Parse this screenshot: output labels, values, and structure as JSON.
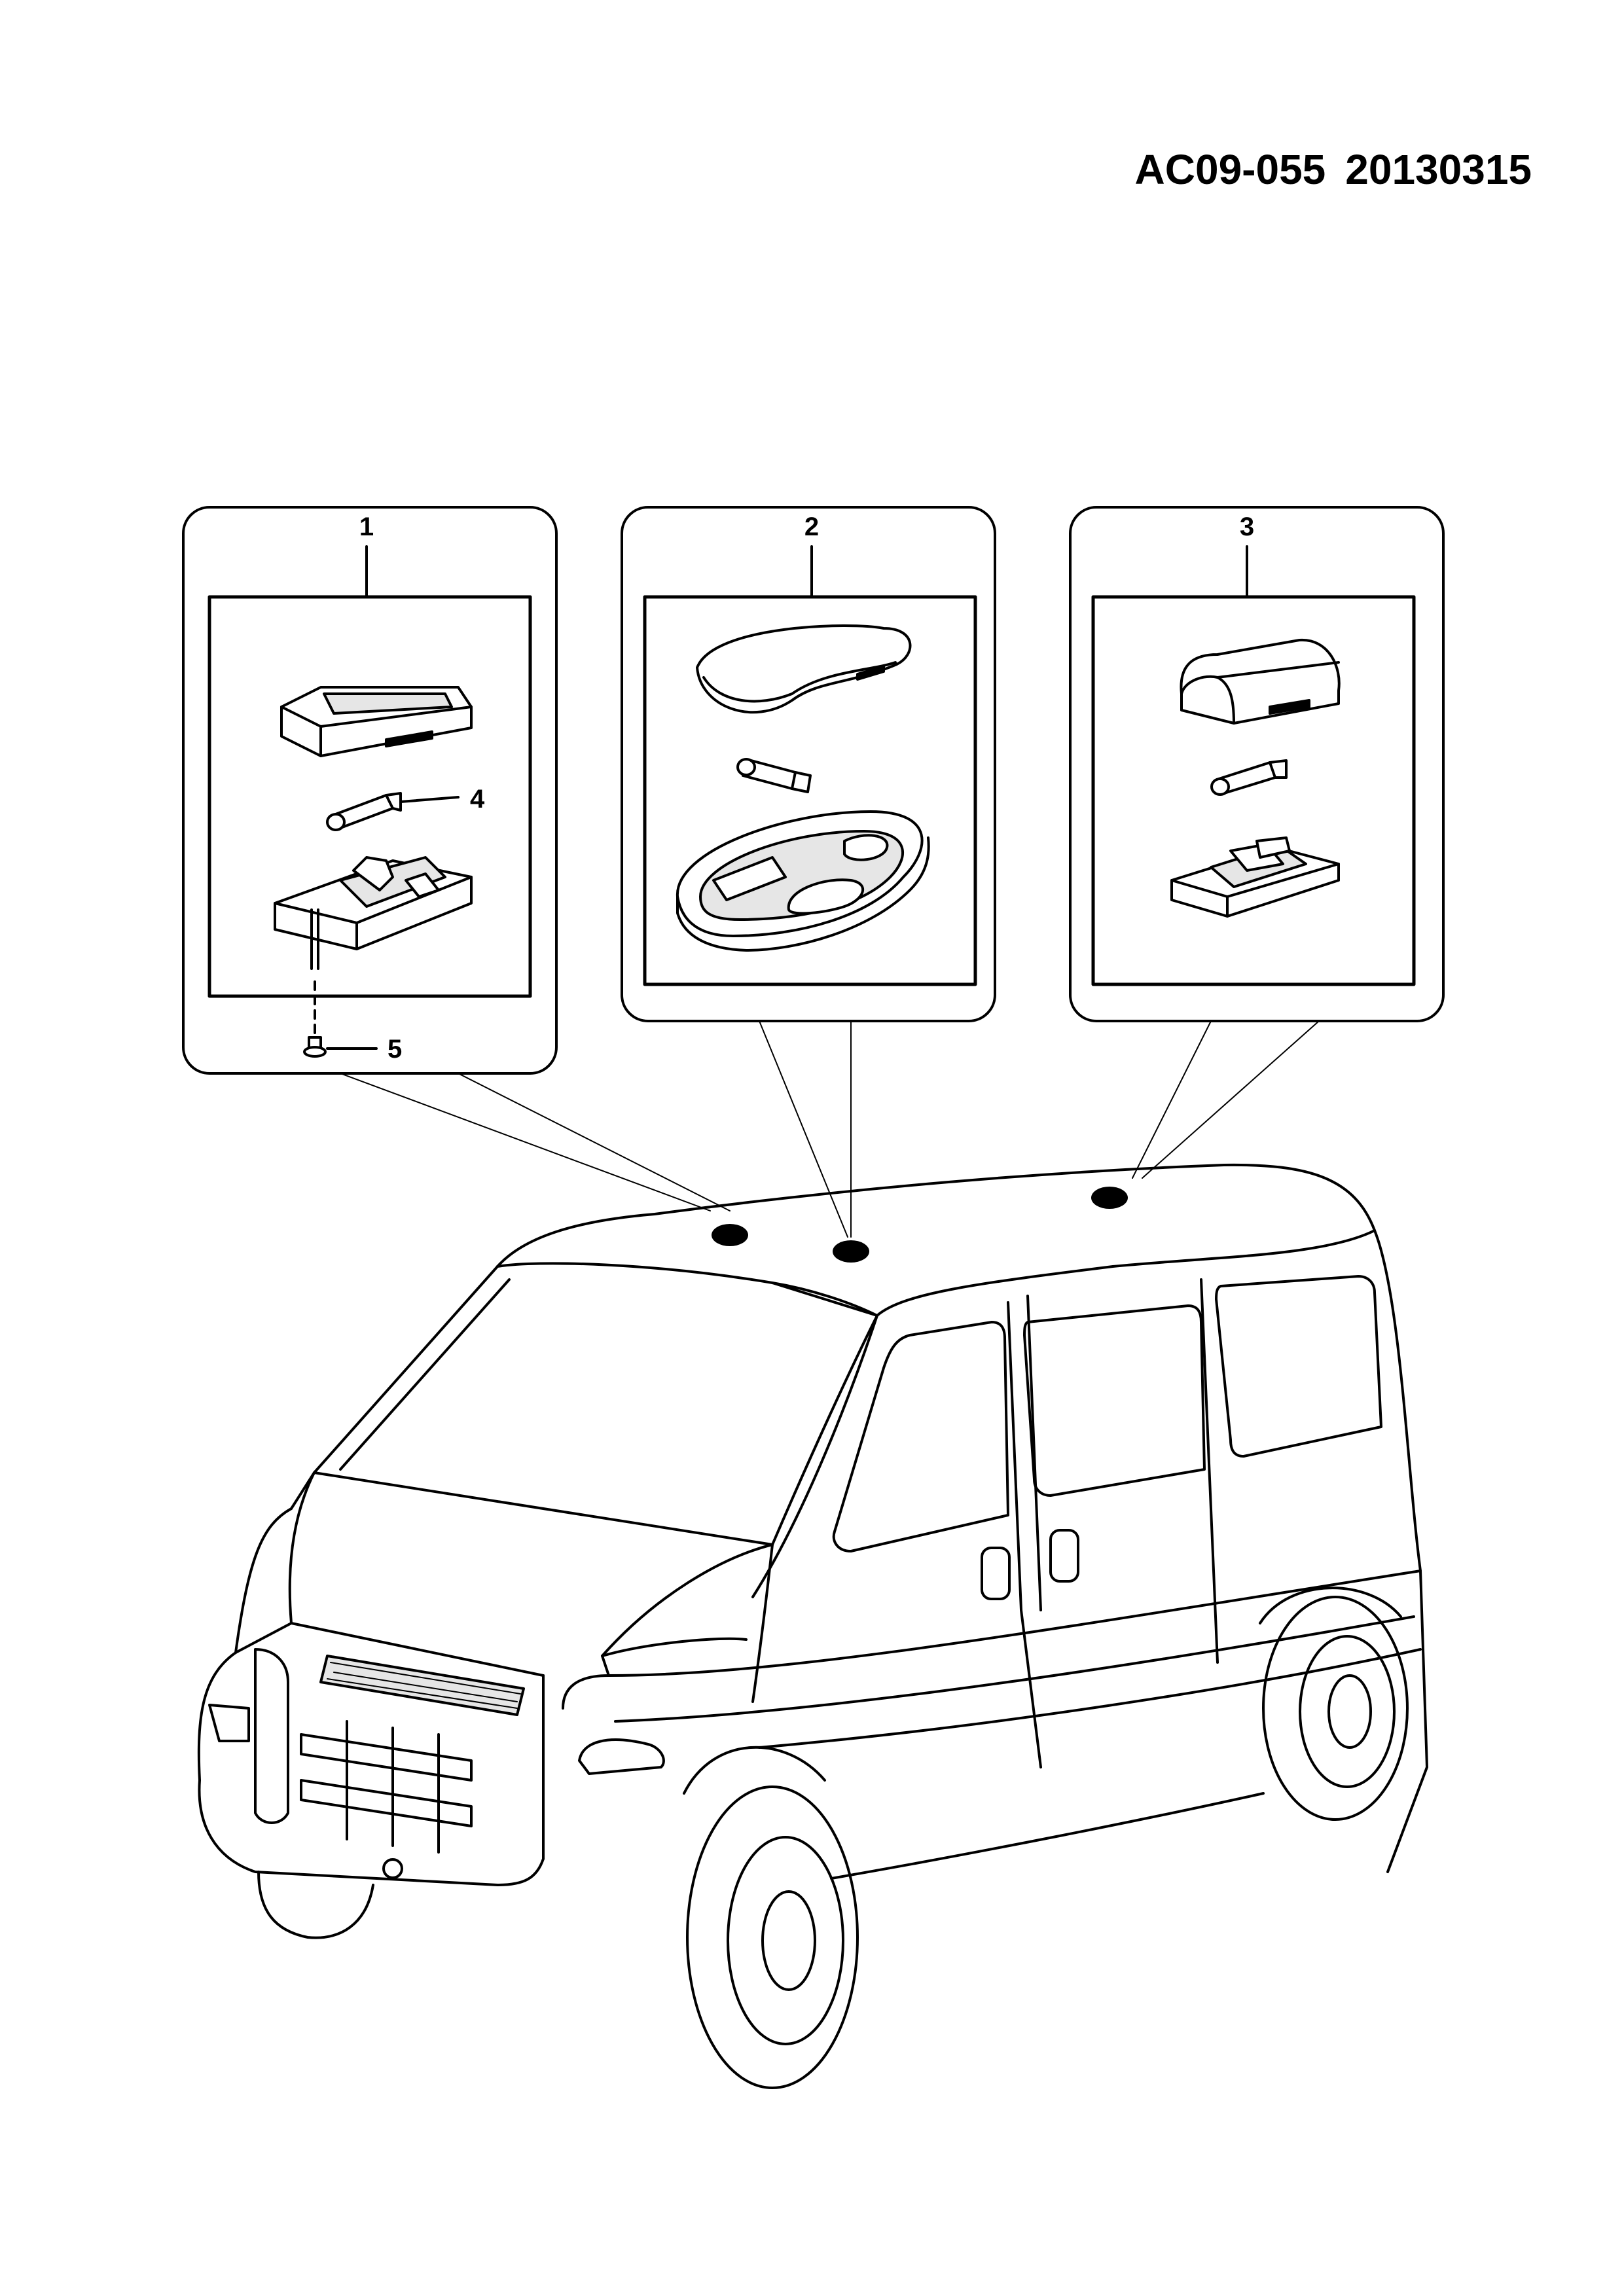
{
  "header": {
    "drawing_code": "AC09-055",
    "date_code": "20130315"
  },
  "callouts": {
    "panel_1": "1",
    "panel_2": "2",
    "panel_3": "3",
    "part_4": "4",
    "part_5": "5"
  },
  "colors": {
    "line": "#000000",
    "fill": "#ffffff",
    "shade": "#e6e6e6"
  }
}
